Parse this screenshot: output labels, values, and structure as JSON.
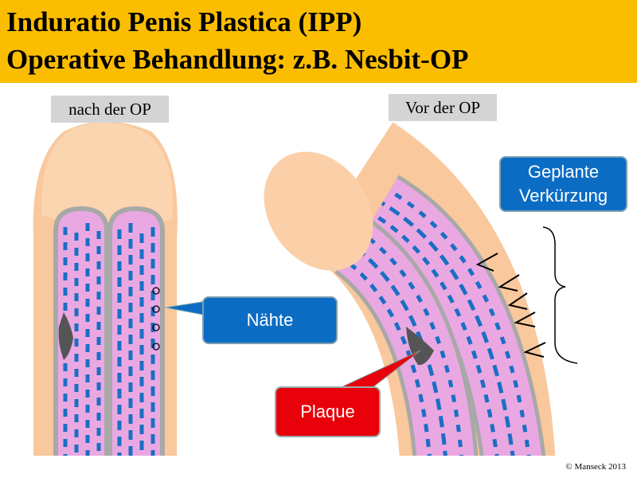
{
  "title": {
    "line1": "Induratio Penis Plastica (IPP)",
    "line2": "Operative Behandlung: z.B. Nesbit-OP"
  },
  "labels": {
    "after": "nach der OP",
    "before": "Vor der OP"
  },
  "callouts": {
    "sutures": "Nähte",
    "planned_shortening_line1": "Geplante",
    "planned_shortening_line2": "Verkürzung",
    "plaque": "Plaque"
  },
  "copyright": "© Manseck 2013",
  "colors": {
    "band": "#fbbd00",
    "skin": "#f9c89c",
    "corpus": "#eaa8e2",
    "streak": "#1a6fc4",
    "callout_blue": "#0b6cc4",
    "callout_red": "#e8000a"
  }
}
